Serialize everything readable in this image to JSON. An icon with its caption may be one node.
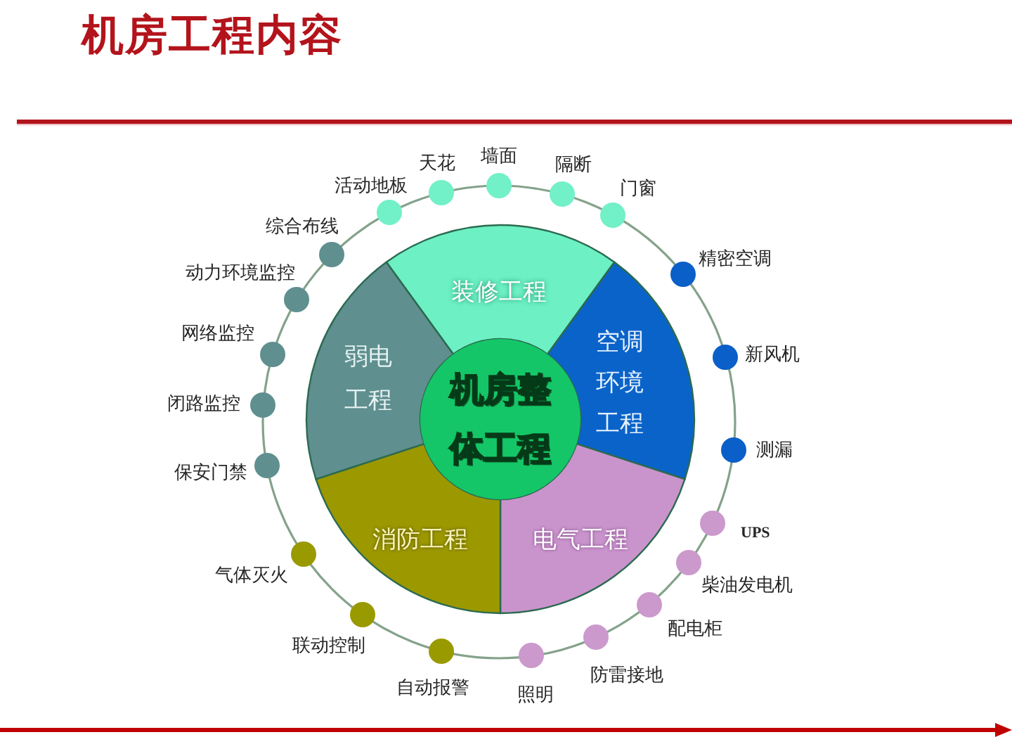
{
  "diagram": {
    "title": "机房工程内容",
    "nodes": [
      {
        "text": [
          "机房整体工程"
        ]
      },
      {
        "text": [
          "装修工程"
        ]
      },
      {
        "text": [
          "空调环境工程"
        ]
      },
      {
        "text": [
          "电气工程"
        ]
      },
      {
        "text": [
          "消防工程"
        ]
      },
      {
        "text": [
          "弱电工程"
        ]
      },
      {
        "text": [],
        "shape": "circle",
        "beside": [
          "活动地板"
        ]
      },
      {
        "text": [],
        "shape": "circle",
        "beside": [
          "天花"
        ]
      },
      {
        "text": [],
        "shape": "circle",
        "beside": [
          "墙面"
        ]
      },
      {
        "text": [],
        "shape": "circle",
        "beside": [
          "隔断"
        ]
      },
      {
        "text": [],
        "shape": "circle",
        "beside": [
          "门窗"
        ]
      },
      {
        "text": [],
        "shape": "circle",
        "beside": [
          "精密空调"
        ]
      },
      {
        "text": [],
        "shape": "circle",
        "beside": [
          "新风机"
        ]
      },
      {
        "text": [],
        "shape": "circle",
        "beside": [
          "测漏"
        ]
      },
      {
        "text": [],
        "shape": "circle",
        "beside": [
          "UPS"
        ]
      },
      {
        "text": [],
        "shape": "circle",
        "beside": [
          "柴油发电机"
        ]
      },
      {
        "text": [],
        "shape": "circle",
        "beside": [
          "配电柜"
        ]
      },
      {
        "text": [],
        "shape": "circle",
        "beside": [
          "防雷接地"
        ]
      },
      {
        "text": [],
        "shape": "circle",
        "beside": [
          "照明"
        ]
      },
      {
        "text": [],
        "shape": "circle",
        "beside": [
          "自动报警"
        ]
      },
      {
        "text": [],
        "shape": "circle",
        "beside": [
          "联动控制"
        ]
      },
      {
        "text": [],
        "shape": "circle",
        "beside": [
          "气体灭火"
        ]
      },
      {
        "text": [],
        "shape": "circle",
        "beside": [
          "保安门禁"
        ]
      },
      {
        "text": [],
        "shape": "circle",
        "beside": [
          "闭路监控"
        ]
      },
      {
        "text": [],
        "shape": "circle",
        "beside": [
          "网络监控"
        ]
      },
      {
        "text": [],
        "shape": "circle",
        "beside": [
          "动力环境监控"
        ]
      },
      {
        "text": [],
        "shape": "circle",
        "beside": [
          "综合布线"
        ]
      }
    ]
  }
}
